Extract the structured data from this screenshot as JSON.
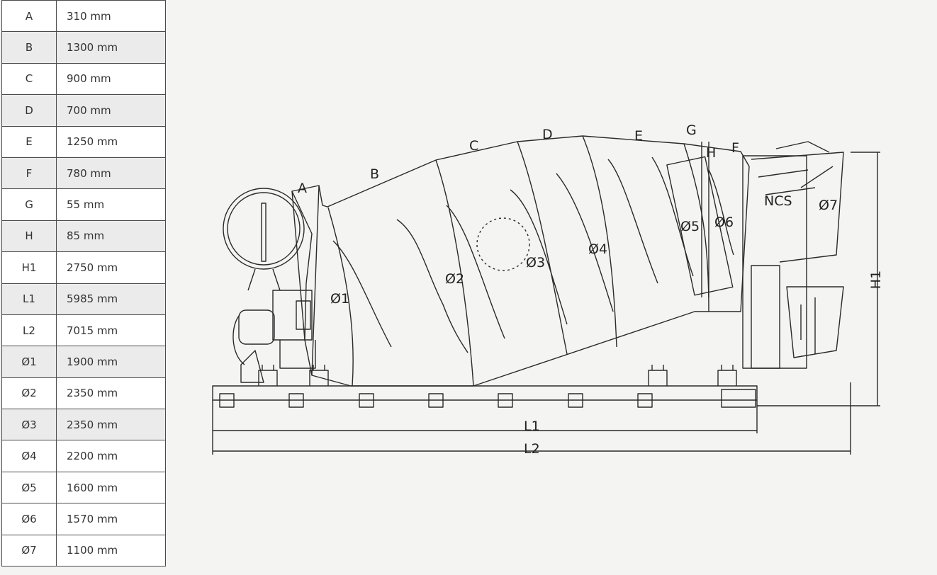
{
  "specs": [
    {
      "key": "A",
      "value": "310 mm"
    },
    {
      "key": "B",
      "value": "1300 mm"
    },
    {
      "key": "C",
      "value": "900 mm"
    },
    {
      "key": "D",
      "value": "700 mm"
    },
    {
      "key": "E",
      "value": "1250 mm"
    },
    {
      "key": "F",
      "value": "780 mm"
    },
    {
      "key": "G",
      "value": "55 mm"
    },
    {
      "key": "H",
      "value": "85 mm"
    },
    {
      "key": "H1",
      "value": "2750 mm"
    },
    {
      "key": "L1",
      "value": "5985 mm"
    },
    {
      "key": "L2",
      "value": "7015 mm"
    },
    {
      "key": "Ø1",
      "value": "1900 mm"
    },
    {
      "key": "Ø2",
      "value": "2350 mm"
    },
    {
      "key": "Ø3",
      "value": "2350 mm"
    },
    {
      "key": "Ø4",
      "value": "2200 mm"
    },
    {
      "key": "Ø5",
      "value": "1600 mm"
    },
    {
      "key": "Ø6",
      "value": "1570 mm"
    },
    {
      "key": "Ø7",
      "value": "1100 mm"
    }
  ],
  "drawing": {
    "labels": {
      "a": "A",
      "b": "B",
      "c": "C",
      "d": "D",
      "e": "E",
      "f": "F",
      "g": "G",
      "h": "H",
      "d1": "Ø1",
      "d2": "Ø2",
      "d3": "Ø3",
      "d4": "Ø4",
      "d5": "Ø5",
      "d6": "Ø6",
      "d7": "Ø7",
      "h1": "H1",
      "l1": "L1",
      "l2": "L2"
    },
    "logo_text": "NCS"
  }
}
